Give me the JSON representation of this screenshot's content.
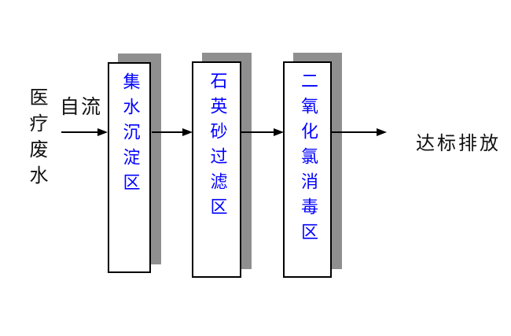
{
  "diagram": {
    "title_semantic": "医疗废水处理工艺流程图",
    "source_label": "医疗废水",
    "flow_mode_label": "自流",
    "stages": [
      {
        "label": "集水沉淀区"
      },
      {
        "label": "石英砂过滤区"
      },
      {
        "label": "二氧化氯消毒区"
      }
    ],
    "output_label": "达标排放",
    "colors": {
      "stage_text": "#0000ff",
      "shadow": "#8f8f8f",
      "line": "#000000",
      "label": "#111111",
      "box_fill": "#ffffff",
      "background": "#ffffff"
    }
  }
}
